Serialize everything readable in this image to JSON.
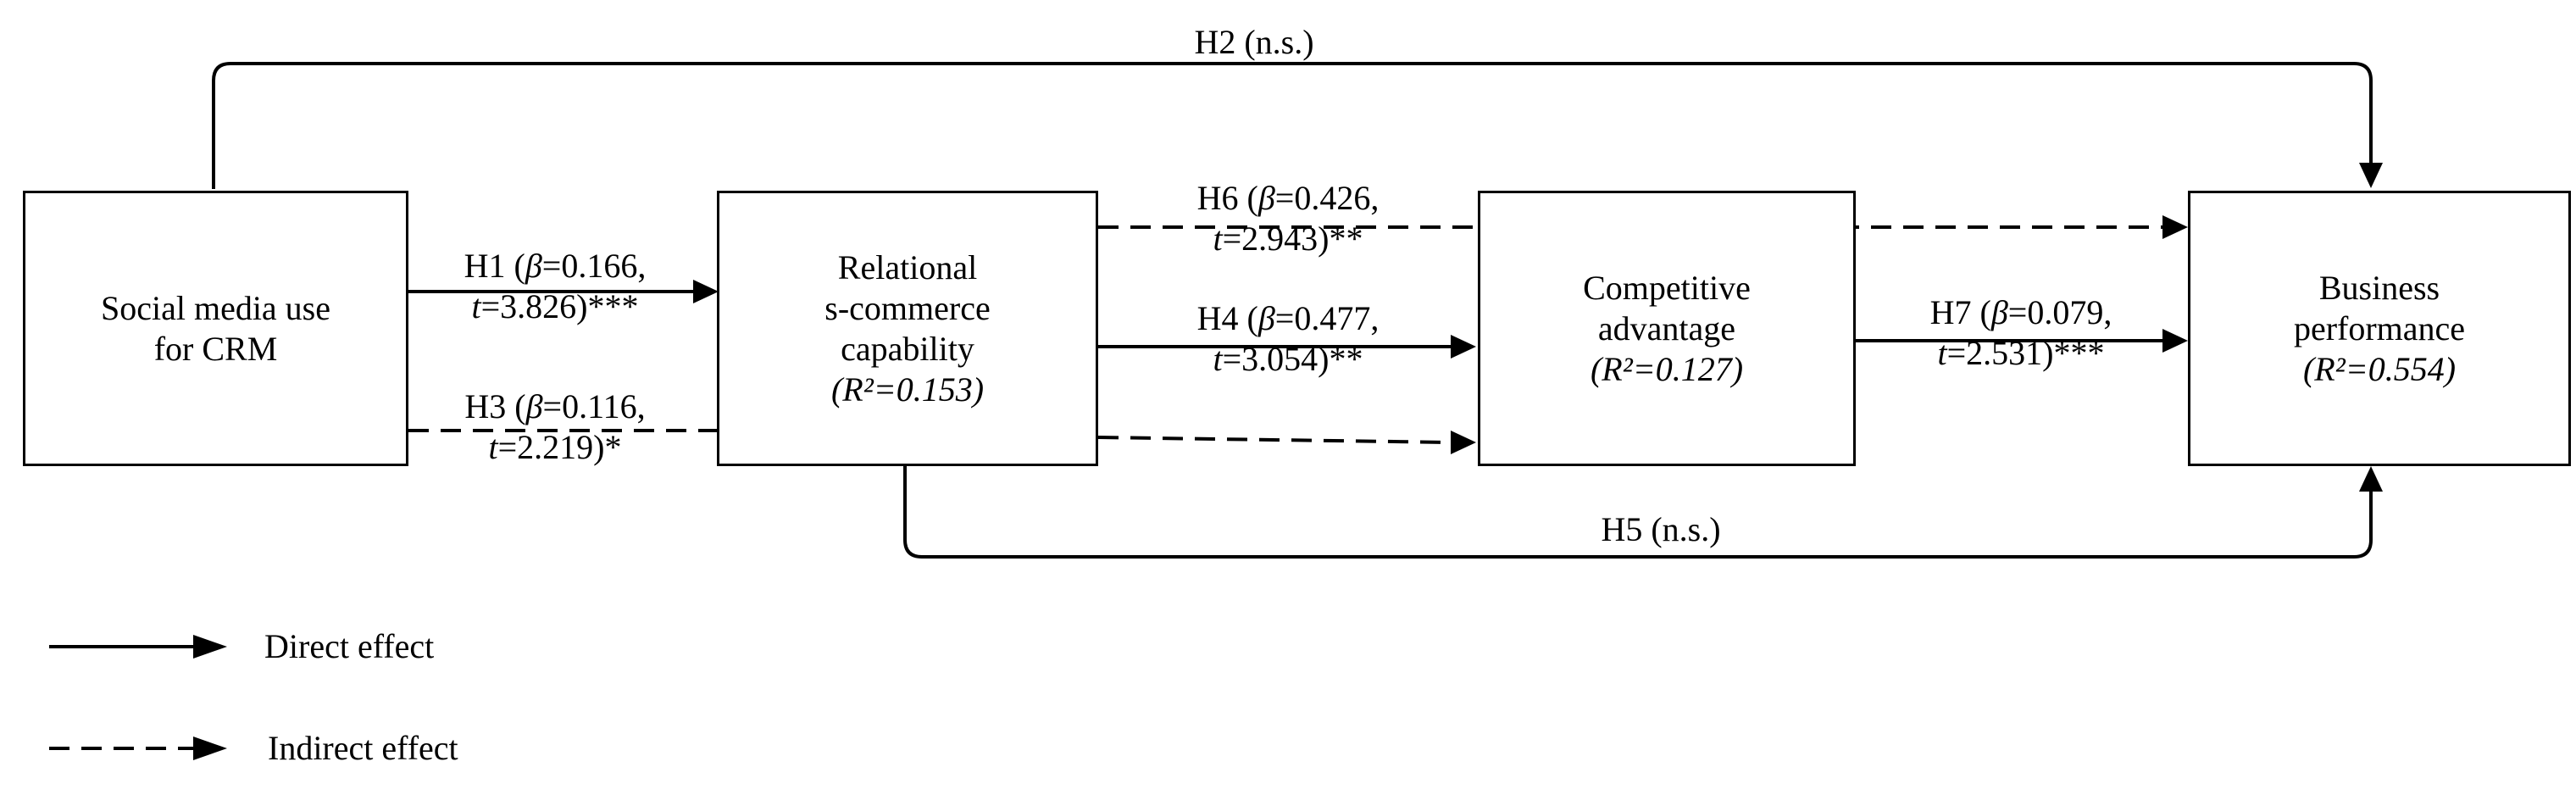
{
  "nodes": {
    "social_media": {
      "line1": "Social media use",
      "line2": "for CRM"
    },
    "relational": {
      "line1": "Relational",
      "line2": "s-commerce",
      "line3": "capability",
      "r2": "(R²=0.153)"
    },
    "competitive": {
      "line1": "Competitive",
      "line2": "advantage",
      "r2": "(R²=0.127)"
    },
    "business": {
      "line1": "Business",
      "line2": "performance",
      "r2": "(R²=0.554)"
    }
  },
  "paths": {
    "h1": {
      "id": "H1",
      "beta": "0.166",
      "t": "3.826",
      "sig": "***"
    },
    "h2": {
      "text": "H2 (n.s.)"
    },
    "h3": {
      "id": "H3",
      "beta": "0.116",
      "t": "2.219",
      "sig": "*"
    },
    "h4": {
      "id": "H4",
      "beta": "0.477",
      "t": "3.054",
      "sig": "**"
    },
    "h5": {
      "text": "H5 (n.s.)"
    },
    "h6": {
      "id": "H6",
      "beta": "0.426",
      "t": "2.943",
      "sig": "**"
    },
    "h7": {
      "id": "H7",
      "beta": "0.079",
      "t": "2.531",
      "sig": "***"
    }
  },
  "symbols": {
    "beta": "β",
    "t": "t",
    "eq": "=",
    "open": " (",
    "close": ")",
    "comma": ","
  },
  "legend": {
    "direct": "Direct effect",
    "indirect": "Indirect effect"
  }
}
